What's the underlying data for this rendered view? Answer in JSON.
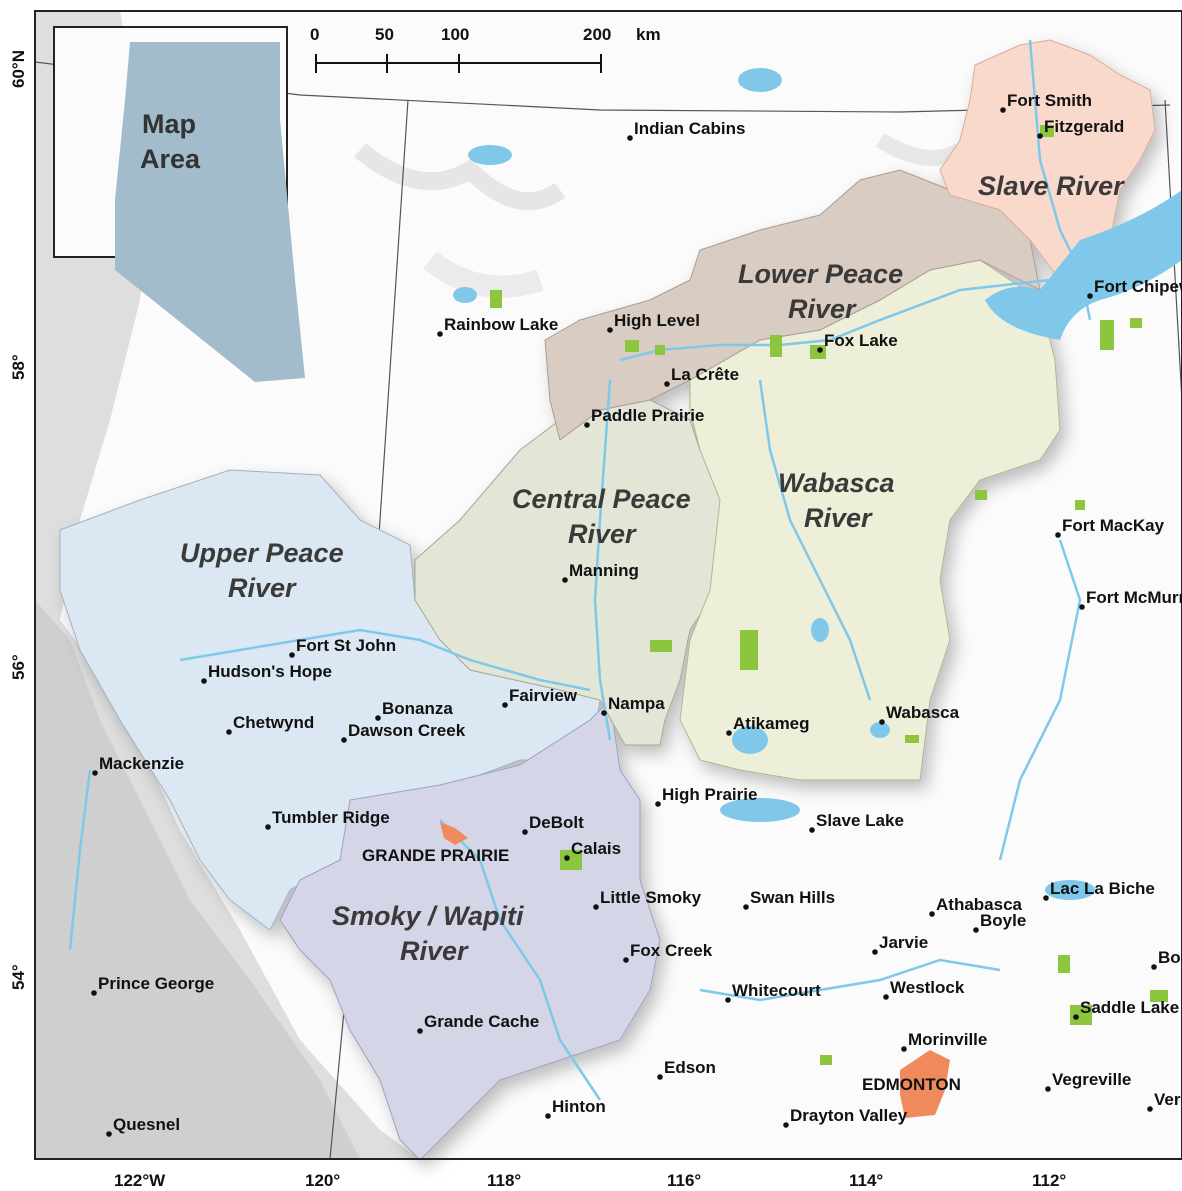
{
  "inset": {
    "label_line1": "Map",
    "label_line2": "Area"
  },
  "scale_bar": {
    "ticks": [
      "0",
      "50",
      "100",
      "200"
    ],
    "unit": "km"
  },
  "lon_ticks": [
    "122°W",
    "120°",
    "118°",
    "116°",
    "114°",
    "112°"
  ],
  "lat_ticks": [
    "60°N",
    "58°",
    "56°",
    "54°"
  ],
  "basins": [
    {
      "key": "slave",
      "lines": [
        "Slave River"
      ],
      "fill": "#f9d9cc"
    },
    {
      "key": "lower",
      "lines": [
        "Lower Peace",
        "River"
      ],
      "fill": "#d8ccc3"
    },
    {
      "key": "wabasca",
      "lines": [
        "Wabasca",
        "River"
      ],
      "fill": "#eeefd8"
    },
    {
      "key": "central",
      "lines": [
        "Central Peace",
        "River"
      ],
      "fill": "#e3e6d6"
    },
    {
      "key": "upper",
      "lines": [
        "Upper Peace",
        "River"
      ],
      "fill": "#dbe8f3"
    },
    {
      "key": "smoky",
      "lines": [
        "Smoky / Wapiti",
        "River"
      ],
      "fill": "#d4d5e7"
    }
  ],
  "places": [
    "Fort Smith",
    "Fitzgerald",
    "Indian Cabins",
    "Fort Chipewyan",
    "Rainbow Lake",
    "High Level",
    "Fox Lake",
    "La Crête",
    "Paddle Prairie",
    "Fort MacKay",
    "Manning",
    "Fort McMurray",
    "Fort St John",
    "Hudson's Hope",
    "Bonanza",
    "Fairview",
    "Nampa",
    "Wabasca",
    "Chetwynd",
    "Dawson Creek",
    "Atikameg",
    "Mackenzie",
    "High Prairie",
    "Slave Lake",
    "Tumbler Ridge",
    "DeBolt",
    "Calais",
    "GRANDE PRAIRIE",
    "Little Smoky",
    "Swan Hills",
    "Lac La Biche",
    "Athabasca",
    "Boyle",
    "Jarvie",
    "Fox Creek",
    "Bonnyville",
    "Prince George",
    "Westlock",
    "Whitecourt",
    "Grande Cache",
    "Saddle Lake",
    "Morinville",
    "Edson",
    "Vegreville",
    "EDMONTON",
    "Vermilion",
    "Hinton",
    "Drayton Valley",
    "Quesnel"
  ],
  "colors": {
    "water": "#7fc8ea",
    "protected_area": "#8cc63f",
    "urban": "#f08a5d",
    "inset_fill": "#a3bccb",
    "terrain": "#f2f2f2"
  }
}
